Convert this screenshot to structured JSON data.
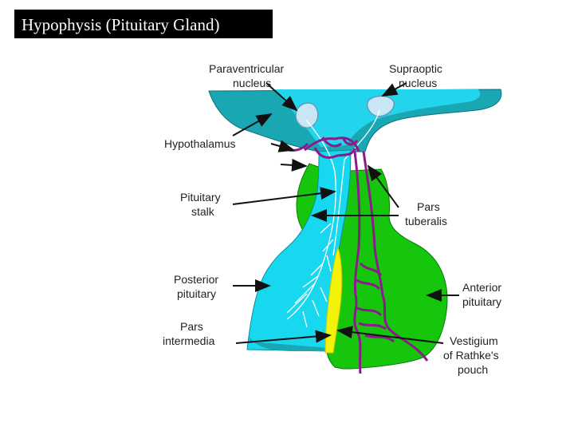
{
  "slide": {
    "title": "Hypophysis (Pituitary Gland)"
  },
  "diagram": {
    "labels": {
      "paraventricular_1": "Paraventricular",
      "paraventricular_2": "nucleus",
      "supraoptic_1": "Supraoptic",
      "supraoptic_2": "nucleus",
      "hypothalamus": "Hypothalamus",
      "stalk_1": "Pituitary",
      "stalk_2": "stalk",
      "tuberalis_1": "Pars",
      "tuberalis_2": "tuberalis",
      "posterior_1": "Posterior",
      "posterior_2": "pituitary",
      "intermedia_1": "Pars",
      "intermedia_2": "intermedia",
      "anterior_1": "Anterior",
      "anterior_2": "pituitary",
      "vestigium_1": "Vestigium",
      "vestigium_2": "of Rathke's",
      "vestigium_3": "pouch"
    },
    "colors": {
      "hypothalamus_dark": "#1aa7b4",
      "neural_light": "#18d8f0",
      "anterior_green": "#16c60c",
      "intermedia_yellow": "#f2f20a",
      "vessels_purple": "#8b1a8b",
      "nuclei_blue": "#c9e6f5"
    }
  }
}
